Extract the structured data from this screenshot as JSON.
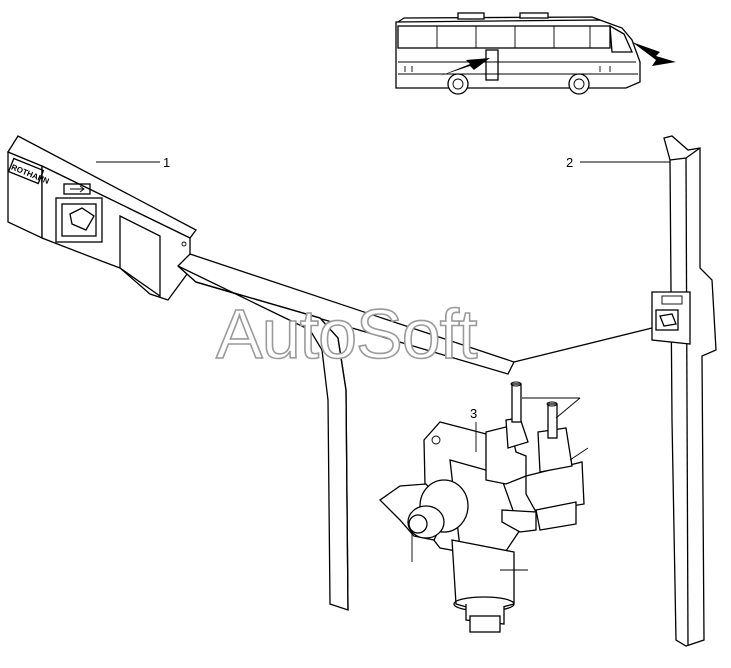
{
  "watermark": "AutoSoft",
  "brand_label": "ROTHAHN",
  "callouts": [
    {
      "id": "1",
      "label": "1"
    },
    {
      "id": "2",
      "label": "2"
    },
    {
      "id": "3",
      "label": "3"
    }
  ],
  "colors": {
    "line": "#000000",
    "background": "#ffffff",
    "watermark_outline": "#9a9a9a"
  },
  "icons": [
    "bus-icon",
    "arrow-icon"
  ]
}
